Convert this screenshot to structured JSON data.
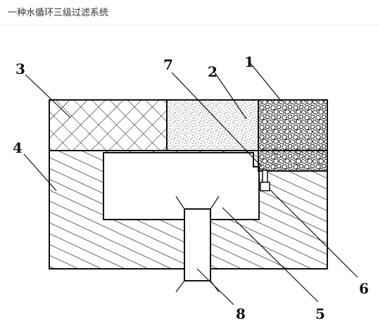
{
  "page": {
    "title": "一种水循环三级过滤系统"
  },
  "diagram": {
    "labels": {
      "l1": "1",
      "l2": "2",
      "l3": "3",
      "l4": "4",
      "l5": "5",
      "l6": "6",
      "l7": "7",
      "l8": "8"
    },
    "colors": {
      "line": "#111111",
      "background": "#ffffff"
    }
  }
}
